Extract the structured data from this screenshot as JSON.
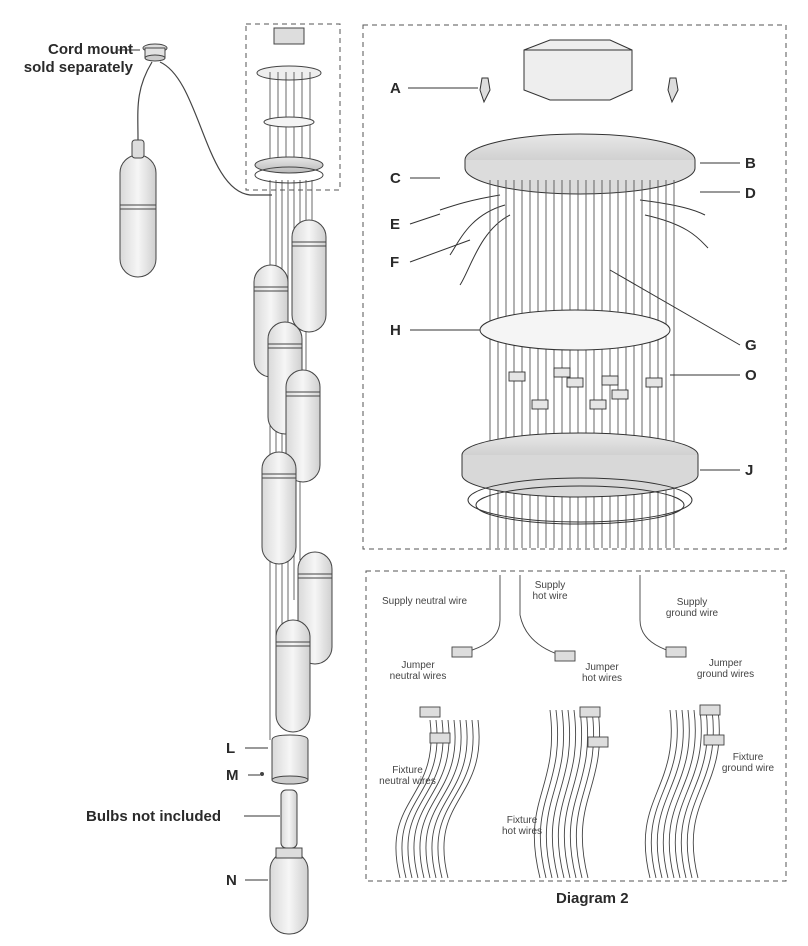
{
  "labels": {
    "cord_mount": "Cord mount\nsold separately",
    "bulbs": "Bulbs not included",
    "A": "A",
    "B": "B",
    "C": "C",
    "D": "D",
    "E": "E",
    "F": "F",
    "G": "G",
    "H": "H",
    "O": "O",
    "J": "J",
    "L": "L",
    "M": "M",
    "N": "N"
  },
  "diagram2": {
    "title": "Diagram 2",
    "supply_neutral": "Supply neutral wire",
    "supply_hot": "Supply\nhot wire",
    "supply_ground": "Supply\nground wire",
    "jumper_neutral": "Jumper\nneutral wires",
    "jumper_hot": "Jumper\nhot wires",
    "jumper_ground": "Jumper\nground wires",
    "fixture_neutral": "Fixture\nneutral wires",
    "fixture_hot": "Fixture\nhot wires",
    "fixture_ground": "Fixture\nground wire"
  }
}
